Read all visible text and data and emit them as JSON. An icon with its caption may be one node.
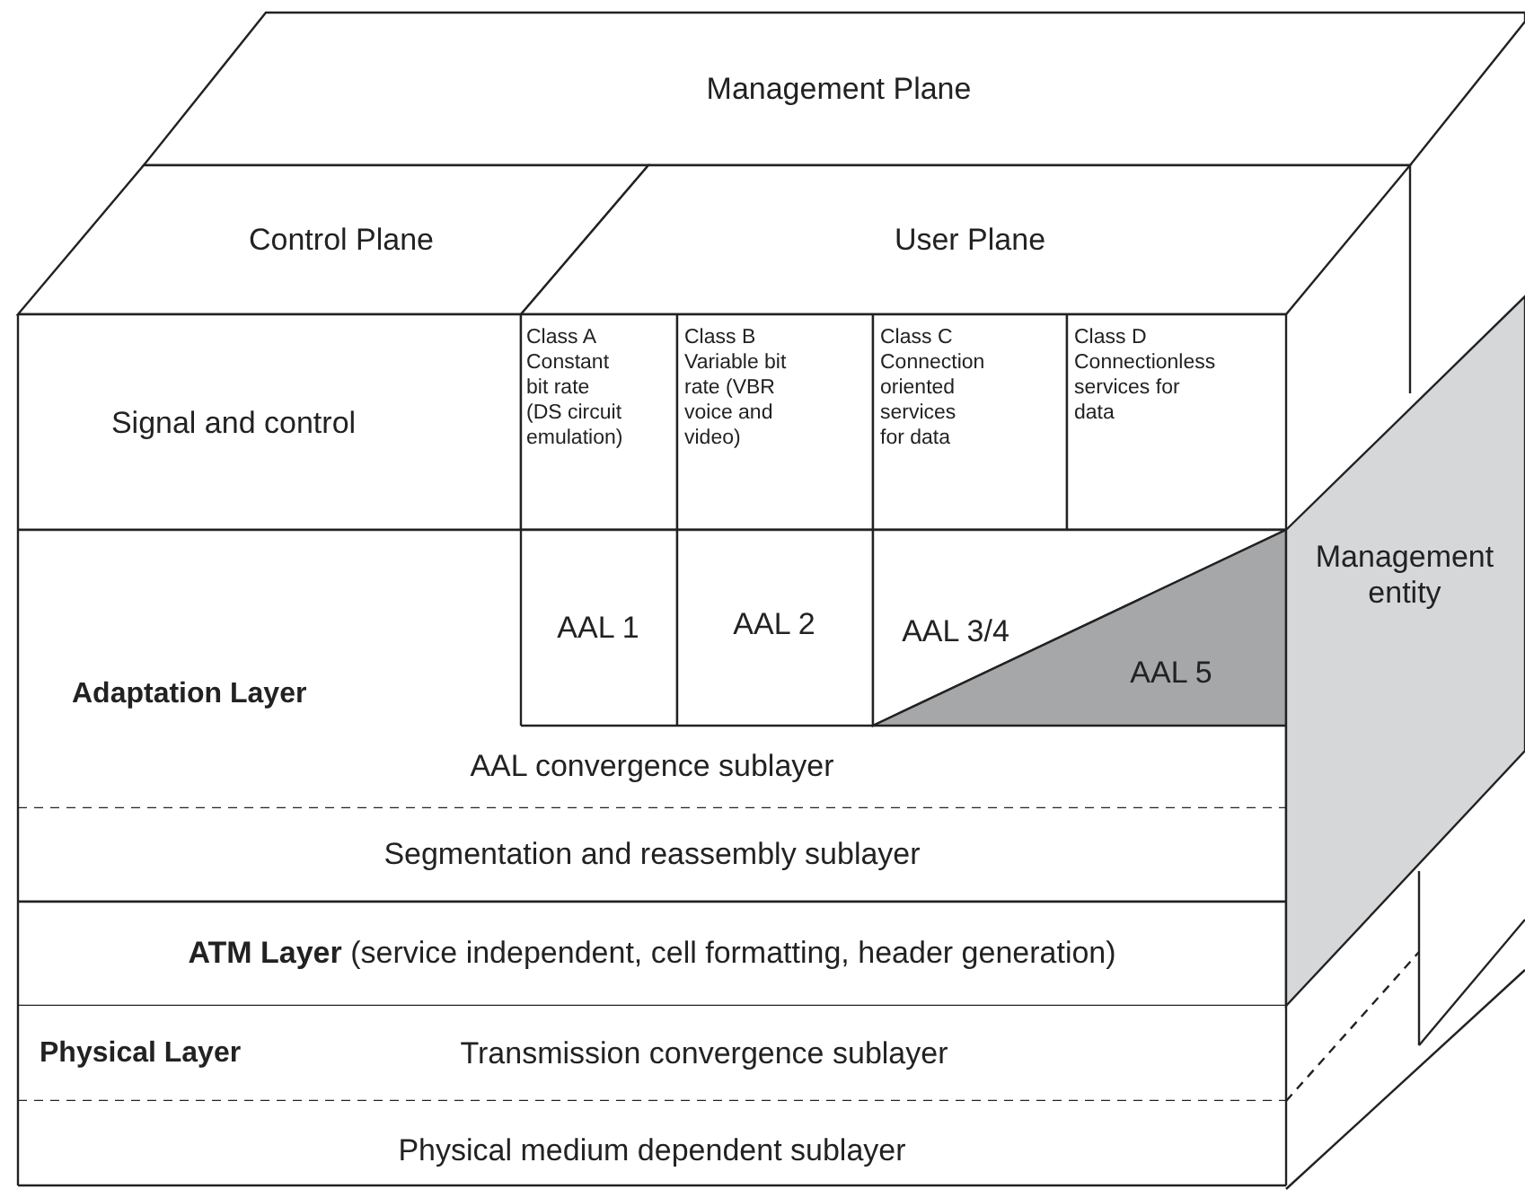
{
  "diagram": {
    "nodes": [
      {
        "text": [
          "Management Plane"
        ]
      },
      {
        "text": [
          "Control Plane"
        ]
      },
      {
        "text": [
          "User Plane"
        ]
      },
      {
        "text": [
          "Signal and control"
        ]
      },
      {
        "text": [
          "Class A Constant bit rate (DS circuit emulation)"
        ]
      },
      {
        "text": [
          "Class B Variable bit rate (VBR voice and video)"
        ]
      },
      {
        "text": [
          "Class C Connection oriented services for data"
        ]
      },
      {
        "text": [
          "Class D Connectionless services for data"
        ]
      },
      {
        "text": [
          "Adaptation Layer",
          "AAL convergence sublayer"
        ]
      },
      {
        "text": [
          "AAL 1"
        ],
        "in": 8
      },
      {
        "text": [
          "AAL 2"
        ],
        "in": 8
      },
      {
        "text": [
          "AAL 3/4"
        ],
        "in": 8
      },
      {
        "text": [
          "AAL 5"
        ],
        "in": 8
      },
      {
        "text": [
          "Segmentation and reassembly sublayer"
        ]
      },
      {
        "text": [
          "**ATM Layer** (service independent, cell formatting, header generation)"
        ]
      },
      {
        "text": [
          "Physical Layer",
          "Transmission convergence sublayer"
        ]
      },
      {
        "text": [
          "Physical medium dependent sublayer"
        ]
      },
      {
        "text": [
          "Management entity"
        ]
      }
    ]
  }
}
